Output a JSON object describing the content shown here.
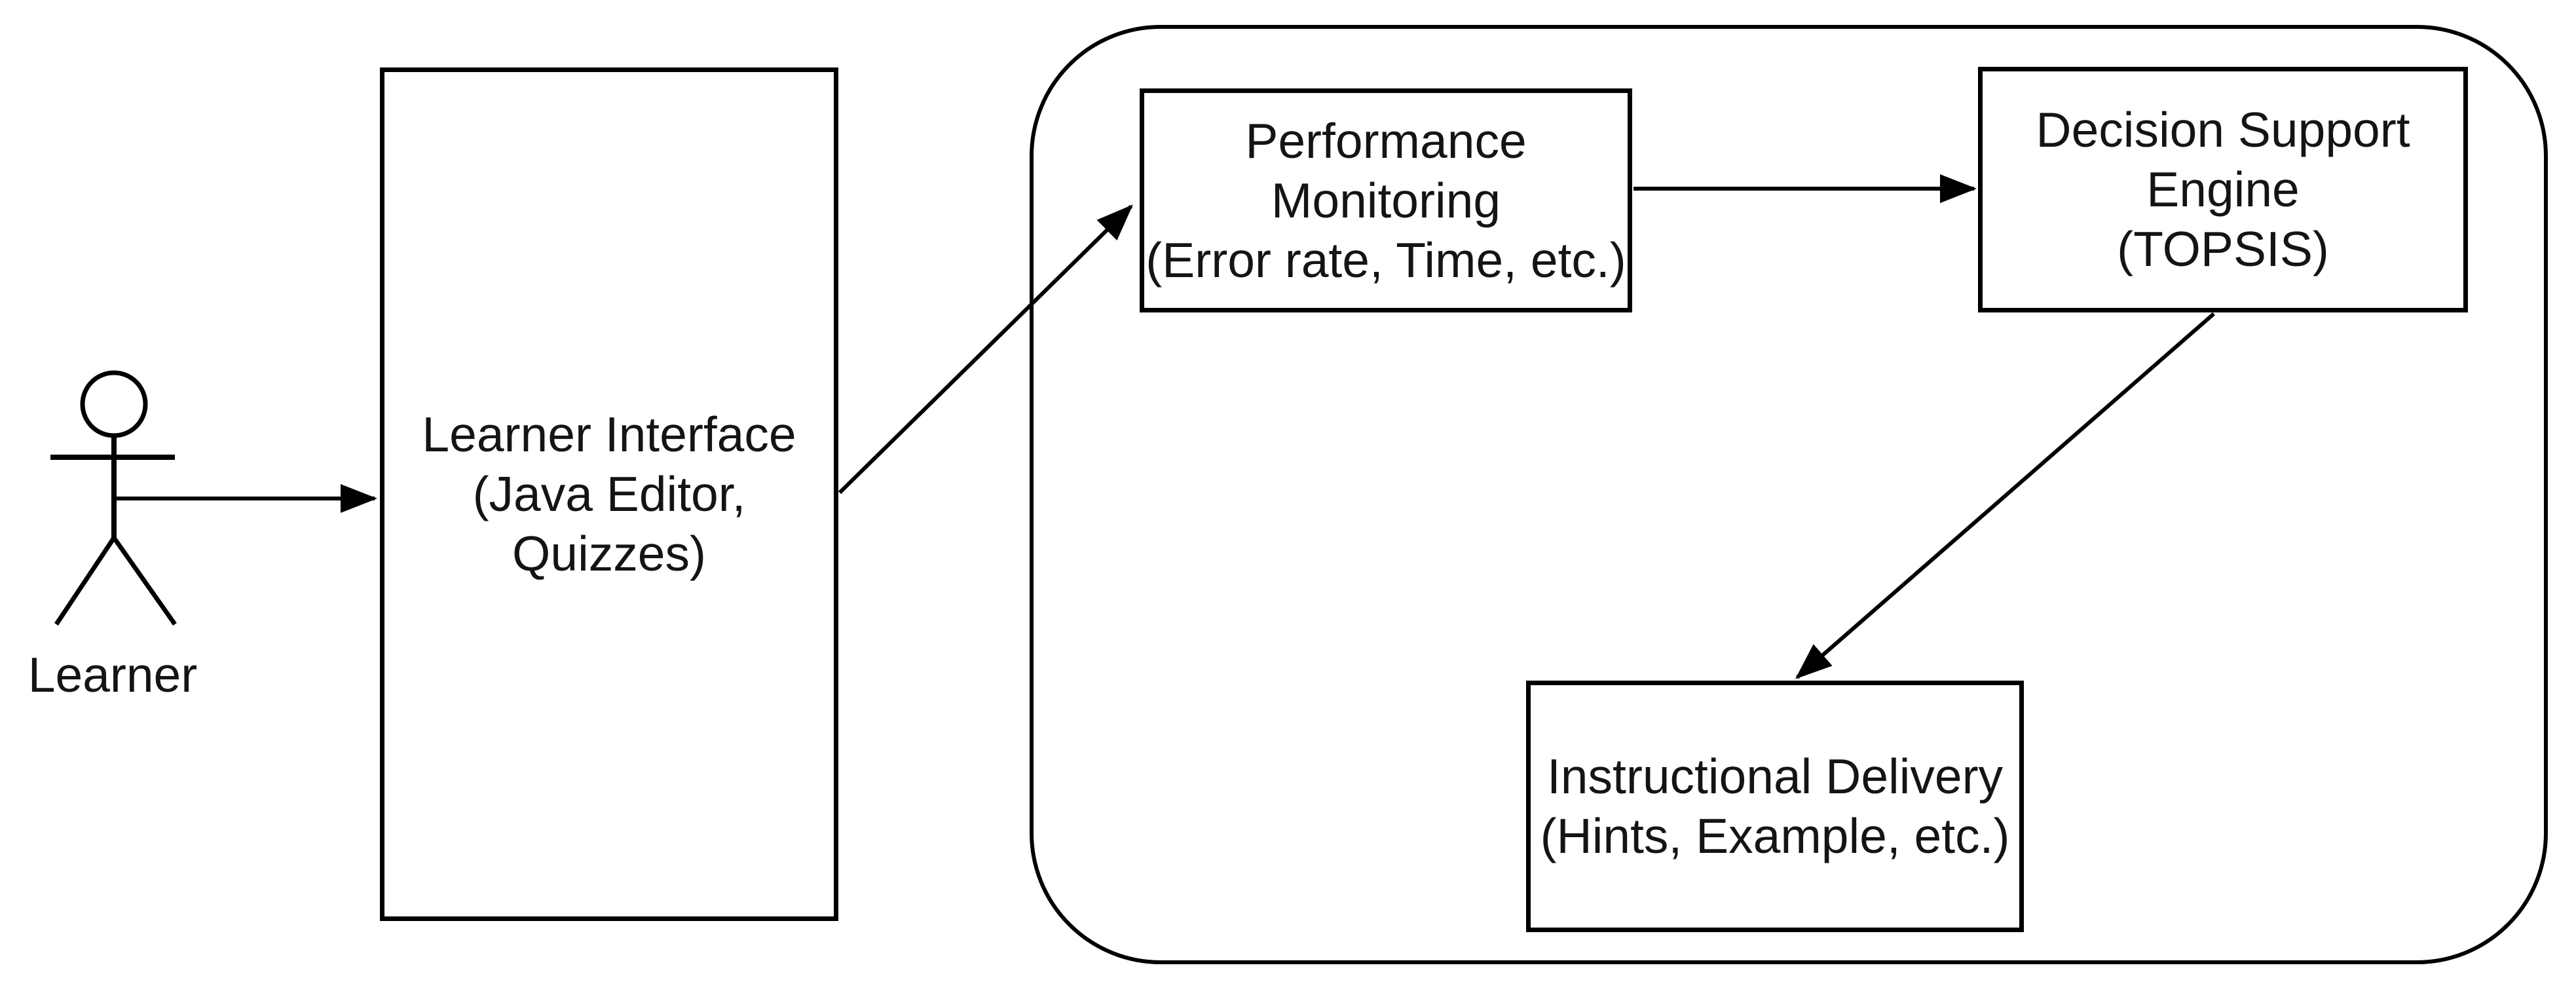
{
  "diagram": {
    "background_color": "#ffffff",
    "stroke_color": "#000000",
    "text_color": "#141414",
    "actor": {
      "icon": "stick-figure-icon",
      "label": "Learner"
    },
    "nodes": {
      "learner_interface": {
        "lines": [
          "Learner Interface",
          "(Java Editor,",
          "Quizzes)"
        ]
      },
      "performance_monitoring": {
        "lines": [
          "Performance",
          "Monitoring",
          "(Error rate, Time, etc.)"
        ]
      },
      "decision_support_engine": {
        "lines": [
          "Decision Support",
          "Engine",
          "(TOPSIS)"
        ]
      },
      "instructional_delivery": {
        "lines": [
          "Instructional Delivery",
          "(Hints, Example, etc.)"
        ]
      }
    },
    "connections": [
      {
        "from": "Learner",
        "to": "Learner Interface"
      },
      {
        "from": "Learner Interface",
        "to": "Performance Monitoring"
      },
      {
        "from": "Performance Monitoring",
        "to": "Decision Support Engine"
      },
      {
        "from": "Decision Support Engine",
        "to": "Instructional Delivery"
      }
    ]
  }
}
